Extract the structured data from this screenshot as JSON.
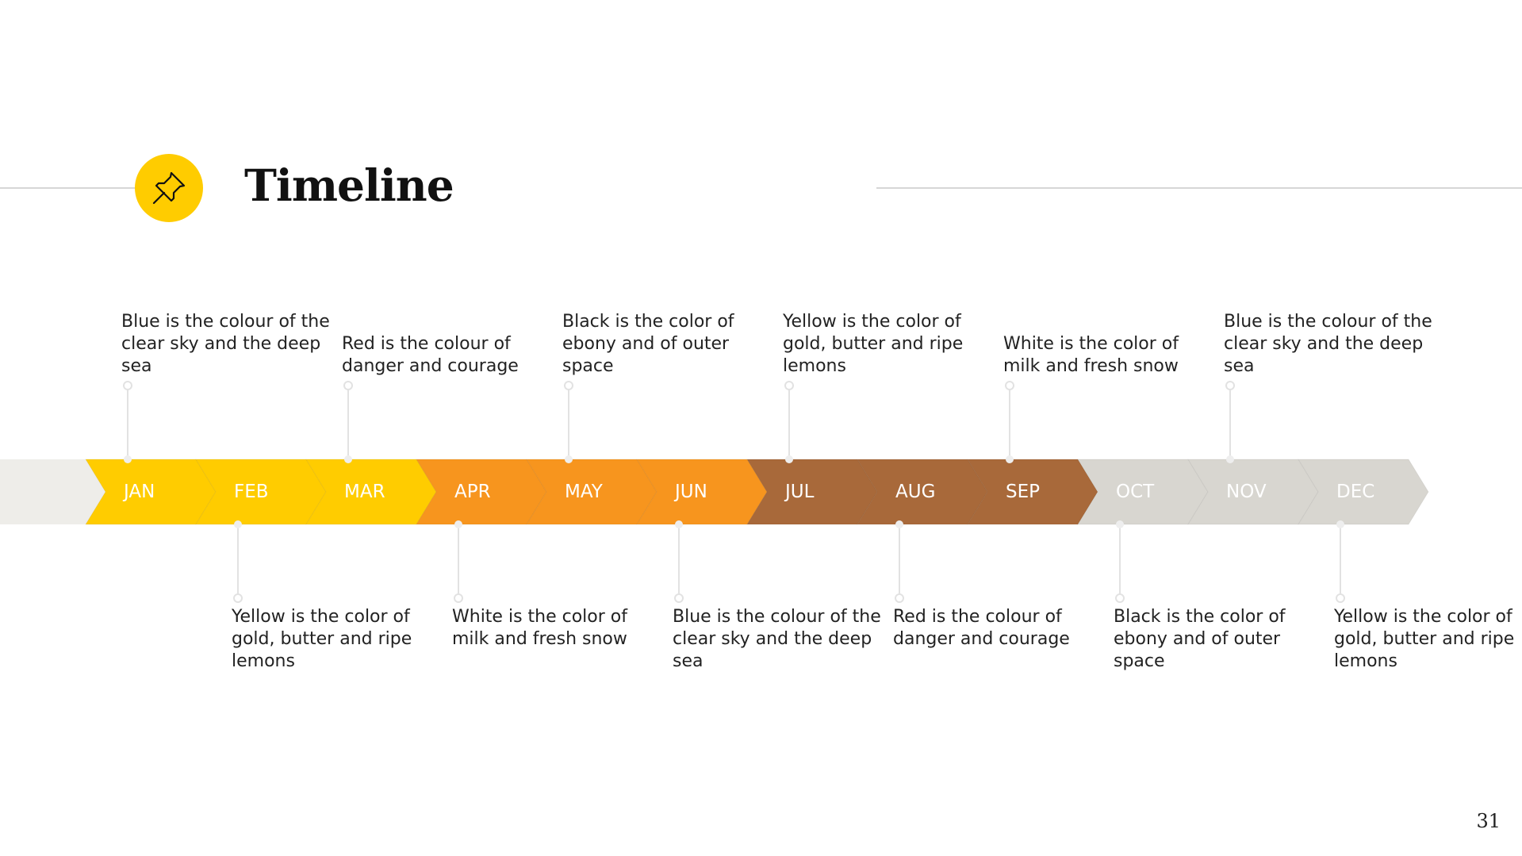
{
  "title": "Timeline",
  "page_number": "31",
  "icon": "pushpin-icon",
  "colors": {
    "yellow": "#ffcc00",
    "orange": "#f7951e",
    "brown": "#a8693a",
    "gray": "#d8d6d0",
    "tail": "#eeede9",
    "line": "#d6d6d6"
  },
  "months": [
    {
      "label": "JAN",
      "text": "Blue is the colour of the clear sky and the deep sea",
      "position": "top",
      "color": "yellow"
    },
    {
      "label": "FEB",
      "text": "Yellow is the color of gold, butter and ripe lemons",
      "position": "bottom",
      "color": "yellow"
    },
    {
      "label": "MAR",
      "text": "Red is the colour of danger and courage",
      "position": "top",
      "color": "yellow"
    },
    {
      "label": "APR",
      "text": "White is the color of milk and fresh snow",
      "position": "bottom",
      "color": "orange"
    },
    {
      "label": "MAY",
      "text": "Black is the color of ebony and of outer space",
      "position": "top",
      "color": "orange"
    },
    {
      "label": "JUN",
      "text": "Blue is the colour of the clear sky and the deep sea",
      "position": "bottom",
      "color": "orange"
    },
    {
      "label": "JUL",
      "text": "Yellow is the color of gold, butter and ripe lemons",
      "position": "top",
      "color": "brown"
    },
    {
      "label": "AUG",
      "text": "Red is the colour of danger and courage",
      "position": "bottom",
      "color": "brown"
    },
    {
      "label": "SEP",
      "text": "White is the color of milk and fresh snow",
      "position": "top",
      "color": "brown"
    },
    {
      "label": "OCT",
      "text": "Black is the color of ebony and of outer space",
      "position": "bottom",
      "color": "gray"
    },
    {
      "label": "NOV",
      "text": "Blue is the colour of the clear sky and the deep sea",
      "position": "top",
      "color": "gray"
    },
    {
      "label": "DEC",
      "text": "Yellow is the color of gold, butter and ripe lemons",
      "position": "bottom",
      "color": "gray"
    }
  ]
}
